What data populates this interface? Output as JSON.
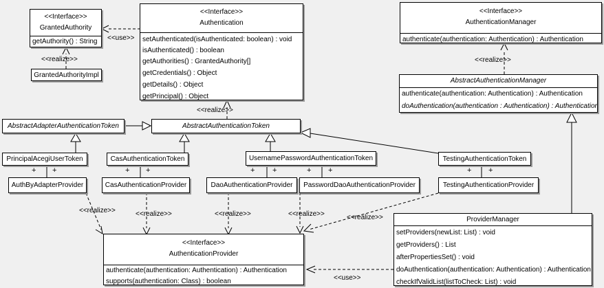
{
  "diagram": {
    "background_color": "#f0f0f0",
    "box_fill": "#ffffff",
    "line_color": "#000000",
    "shadow_color": "#9b9b9b"
  },
  "labels": {
    "use": "<<use>>",
    "realize": "<<realize>>"
  },
  "symbols": {
    "plus": "+"
  },
  "classes": {
    "granted_authority": {
      "stereotype": "<<Interface>>",
      "name": "GrantedAuthority",
      "methods": [
        "getAuthority() : String"
      ]
    },
    "granted_authority_impl": {
      "name": "GrantedAuthorityImpl"
    },
    "authentication": {
      "stereotype": "<<Interface>>",
      "name": "Authentication",
      "methods": [
        "setAuthenticated(isAuthenticated: boolean) : void",
        "isAuthenticated() : boolean",
        "getAuthorities() : GrantedAuthority[]",
        "getCredentials() : Object",
        "getDetails() : Object",
        "getPrincipal() : Object"
      ]
    },
    "authentication_manager": {
      "stereotype": "<<Interface>>",
      "name": "AuthenticationManager",
      "methods": [
        "authenticate(authentication: Authentication) : Authentication"
      ]
    },
    "abstract_authentication_manager": {
      "name": "AbstractAuthenticationManager",
      "methods": [
        "authenticate(authentication: Authentication) : Authentication",
        "doAuthentication(authentication : Authentication) : Authentication"
      ]
    },
    "abstract_adapter_authentication_token": {
      "name": "AbstractAdapterAuthenticationToken"
    },
    "abstract_authentication_token": {
      "name": "AbstractAuthenticationToken"
    },
    "principal_acegi_user_token": {
      "name": "PrincipalAcegiUserToken"
    },
    "cas_authentication_token": {
      "name": "CasAuthenticationToken"
    },
    "username_password_authentication_token": {
      "name": "UsernamePasswordAuthenticationToken"
    },
    "testing_authentication_token": {
      "name": "TestingAuthenticationToken"
    },
    "auth_by_adapter_provider": {
      "name": "AuthByAdapterProvider"
    },
    "cas_authentication_provider": {
      "name": "CasAuthenticationProvider"
    },
    "dao_authentication_provider": {
      "name": "DaoAuthenticationProvider"
    },
    "password_dao_authentication_provider": {
      "name": "PasswordDaoAuthenticationProvider"
    },
    "testing_authentication_provider": {
      "name": "TestingAuthenticationProvider"
    },
    "authentication_provider": {
      "stereotype": "<<Interface>>",
      "name": "AuthenticationProvider",
      "methods": [
        "authenticate(authentication: Authentication) : Authentication",
        "supports(authentication: Class) : boolean"
      ]
    },
    "provider_manager": {
      "name": "ProviderManager",
      "methods": [
        "setProviders(newList: List) : void",
        "getProviders() : List",
        "afterPropertiesSet() : void",
        "doAuthentication(authentication: Authentication) : Authentication",
        "checkIfValidList(listToCheck: List) : void"
      ]
    }
  },
  "relationships": [
    {
      "from": "Authentication",
      "to": "GrantedAuthority",
      "type": "use"
    },
    {
      "from": "GrantedAuthorityImpl",
      "to": "GrantedAuthority",
      "type": "realize"
    },
    {
      "from": "AbstractAuthenticationToken",
      "to": "Authentication",
      "type": "realize"
    },
    {
      "from": "AbstractAuthenticationManager",
      "to": "AuthenticationManager",
      "type": "realize"
    },
    {
      "from": "AbstractAdapterAuthenticationToken",
      "to": "AbstractAuthenticationToken",
      "type": "generalization"
    },
    {
      "from": "PrincipalAcegiUserToken",
      "to": "AbstractAdapterAuthenticationToken",
      "type": "generalization"
    },
    {
      "from": "CasAuthenticationToken",
      "to": "AbstractAuthenticationToken",
      "type": "generalization"
    },
    {
      "from": "UsernamePasswordAuthenticationToken",
      "to": "AbstractAuthenticationToken",
      "type": "generalization"
    },
    {
      "from": "TestingAuthenticationToken",
      "to": "AbstractAuthenticationToken",
      "type": "generalization"
    },
    {
      "from": "ProviderManager",
      "to": "AbstractAuthenticationManager",
      "type": "generalization"
    },
    {
      "from": "PrincipalAcegiUserToken",
      "to": "AuthByAdapterProvider",
      "type": "association",
      "end_labels": [
        "+",
        "+"
      ]
    },
    {
      "from": "CasAuthenticationToken",
      "to": "CasAuthenticationProvider",
      "type": "association",
      "end_labels": [
        "+",
        "+"
      ]
    },
    {
      "from": "UsernamePasswordAuthenticationToken",
      "to": "DaoAuthenticationProvider",
      "type": "association",
      "end_labels": [
        "+",
        "+"
      ]
    },
    {
      "from": "UsernamePasswordAuthenticationToken",
      "to": "PasswordDaoAuthenticationProvider",
      "type": "association",
      "end_labels": [
        "+",
        "+"
      ]
    },
    {
      "from": "TestingAuthenticationToken",
      "to": "TestingAuthenticationProvider",
      "type": "association",
      "end_labels": [
        "+",
        "+"
      ]
    },
    {
      "from": "AuthByAdapterProvider",
      "to": "AuthenticationProvider",
      "type": "realize"
    },
    {
      "from": "CasAuthenticationProvider",
      "to": "AuthenticationProvider",
      "type": "realize"
    },
    {
      "from": "DaoAuthenticationProvider",
      "to": "AuthenticationProvider",
      "type": "realize"
    },
    {
      "from": "PasswordDaoAuthenticationProvider",
      "to": "AuthenticationProvider",
      "type": "realize"
    },
    {
      "from": "TestingAuthenticationProvider",
      "to": "AuthenticationProvider",
      "type": "realize"
    },
    {
      "from": "ProviderManager",
      "to": "AuthenticationProvider",
      "type": "use"
    }
  ]
}
